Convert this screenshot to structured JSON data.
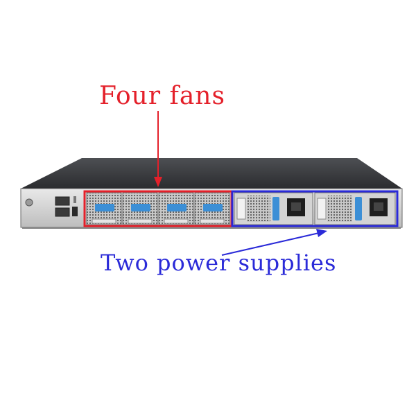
{
  "annotations": {
    "fans_label": "Four fans",
    "power_label": "Two power supplies",
    "fans_color": "#e4202a",
    "power_color": "#2a2ad8"
  },
  "device": {
    "fan_count": 4,
    "power_supply_count": 2
  }
}
